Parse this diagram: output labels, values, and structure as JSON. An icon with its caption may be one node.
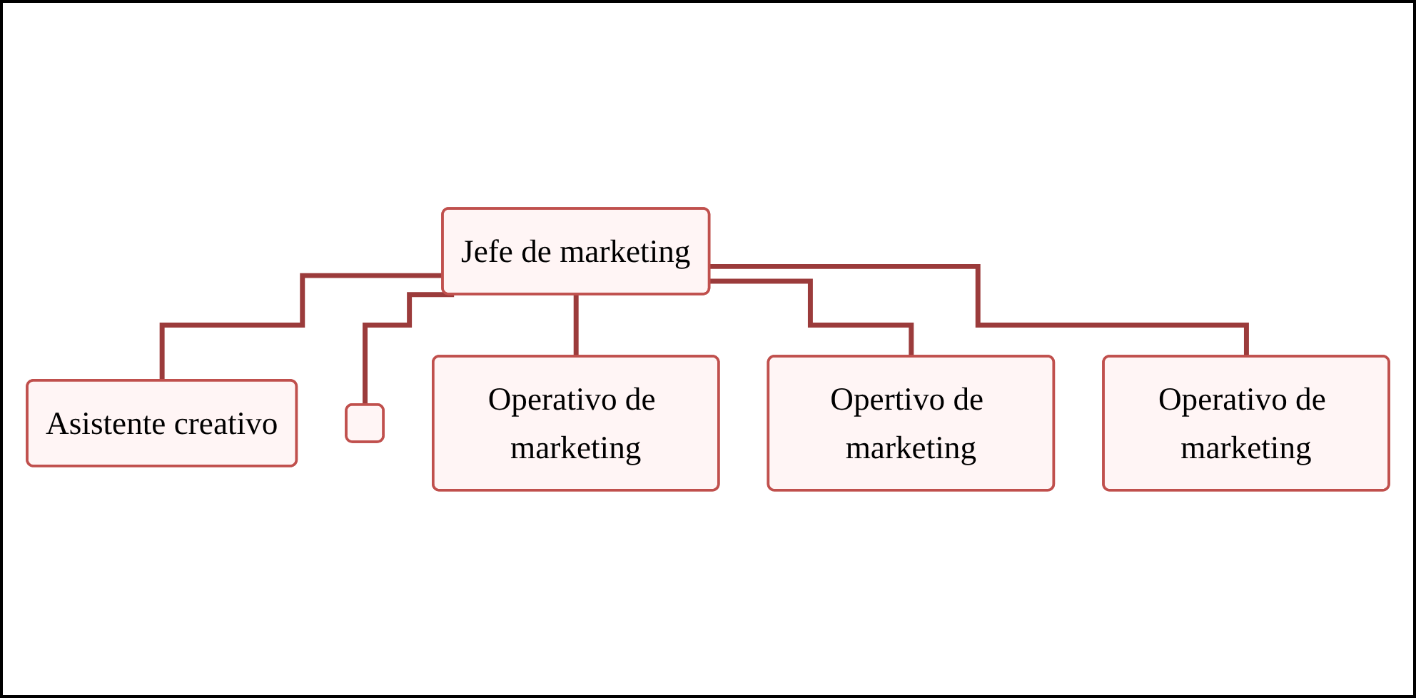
{
  "diagram": {
    "nodes": [
      {
        "text": [
          "Jefe de marketing"
        ]
      },
      {
        "text": [
          "Asistente creativo"
        ]
      },
      {
        "text": [],
        "shape": "box"
      },
      {
        "text": [
          "Operativo de marketing"
        ]
      },
      {
        "text": [
          "Opertivo de marketing"
        ]
      },
      {
        "text": [
          "Operativo de marketing"
        ]
      }
    ],
    "edges": [
      {
        "from": 0,
        "to": 1,
        "arrow": "none"
      },
      {
        "from": 0,
        "to": 2,
        "arrow": "none"
      },
      {
        "from": 0,
        "to": 3,
        "arrow": "none"
      },
      {
        "from": 0,
        "to": 4,
        "arrow": "none"
      },
      {
        "from": 0,
        "to": 5,
        "arrow": "none"
      }
    ]
  }
}
